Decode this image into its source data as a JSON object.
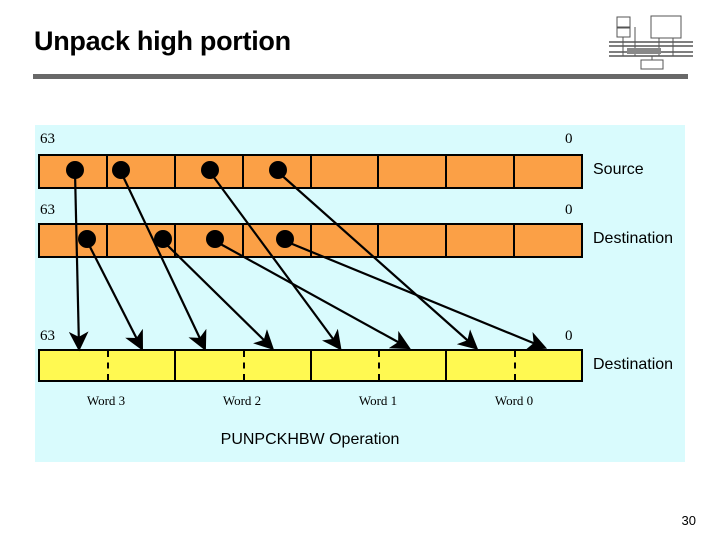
{
  "slide": {
    "title": "Unpack high portion",
    "page_number": "30",
    "logo_name": "system-block-diagram-logo",
    "rule_color": "#686868"
  },
  "diagram": {
    "background_color": "#d9fbfd",
    "operation_caption": "PUNPCKHBW Operation",
    "rows": [
      {
        "id": "source",
        "caption": "Source",
        "msb_label": "63",
        "lsb_label": "0",
        "fill_color": "#fba046",
        "cells": 8,
        "marked_cells": [
          0,
          1,
          2,
          3
        ]
      },
      {
        "id": "destination",
        "caption": "Destination",
        "msb_label": "63",
        "lsb_label": "0",
        "fill_color": "#fba046",
        "cells": 8,
        "marked_cells": [
          0,
          1,
          2,
          3
        ]
      },
      {
        "id": "result",
        "caption": "Destination",
        "msb_label": "63",
        "lsb_label": "0",
        "fill_color": "#fff951",
        "groups": 4
      }
    ],
    "word_labels": [
      "Word 3",
      "Word 2",
      "Word 1",
      "Word 0"
    ],
    "connections": [
      {
        "from": "source",
        "from_byte": 0,
        "to_slot": 0
      },
      {
        "from": "source",
        "from_byte": 1,
        "to_slot": 2
      },
      {
        "from": "source",
        "from_byte": 2,
        "to_slot": 4
      },
      {
        "from": "source",
        "from_byte": 3,
        "to_slot": 6
      },
      {
        "from": "destination",
        "from_byte": 0,
        "to_slot": 1
      },
      {
        "from": "destination",
        "from_byte": 1,
        "to_slot": 3
      },
      {
        "from": "destination",
        "from_byte": 2,
        "to_slot": 5
      },
      {
        "from": "destination",
        "from_byte": 3,
        "to_slot": 7
      }
    ]
  }
}
